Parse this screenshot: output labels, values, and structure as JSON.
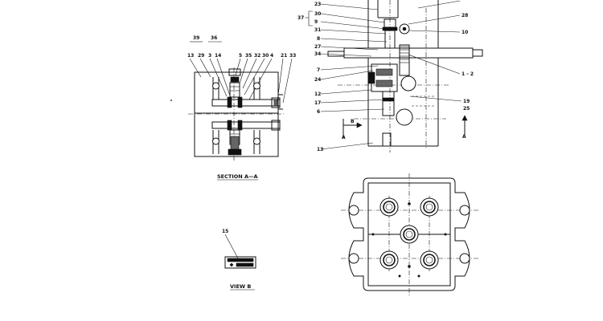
{
  "section_view": {
    "caption": "SECTION A—A",
    "group_labels": [
      "39",
      "36"
    ],
    "labels": [
      "13",
      "29",
      "3",
      "14",
      "5",
      "35",
      "32",
      "30",
      "4",
      "21",
      "33"
    ]
  },
  "main_view": {
    "left_labels": [
      "23",
      "30",
      "9",
      "31",
      "8",
      "27",
      "34",
      "7",
      "24",
      "12",
      "17",
      "6",
      "13"
    ],
    "group_label": "37",
    "right_labels": [
      "28",
      "10",
      "1 - 2",
      "19",
      "25"
    ],
    "section_marker": "B",
    "section_markers_a": [
      "A",
      "A"
    ]
  },
  "view_b": {
    "callout": "15",
    "caption": "VIEW  B"
  }
}
